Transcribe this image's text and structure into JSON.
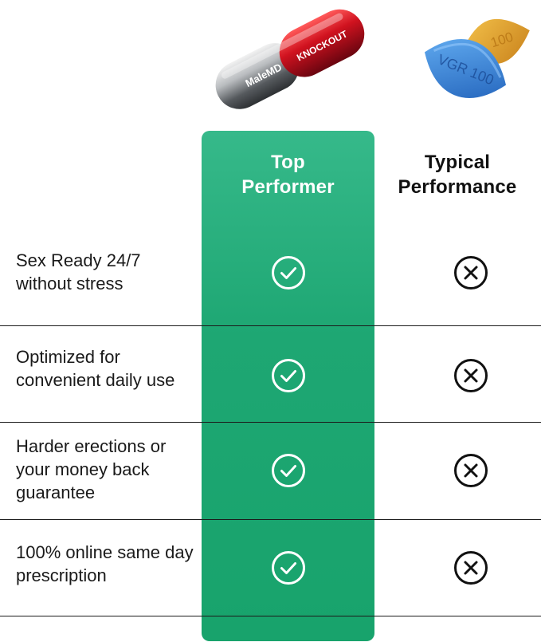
{
  "columns": {
    "top_performer": [
      "Top",
      "Performer"
    ],
    "typical": [
      "Typical",
      "Performance"
    ]
  },
  "products": {
    "capsule_brand": "MaleMD",
    "capsule_name": "KNOCKOUT",
    "pill_text": "VGR 100",
    "pill_back_text": "100"
  },
  "rows": [
    {
      "label": "Sex Ready 24/7 without stress"
    },
    {
      "label": "Optimized for convenient daily use"
    },
    {
      "label": "Harder erections or your money back guarantee"
    },
    {
      "label": "100% online same day prescription"
    }
  ],
  "colors": {
    "accent_green": "#1ea773",
    "capsule_red": "#c8102e",
    "pill_blue": "#3a86d8",
    "pill_orange": "#e5a12a"
  }
}
